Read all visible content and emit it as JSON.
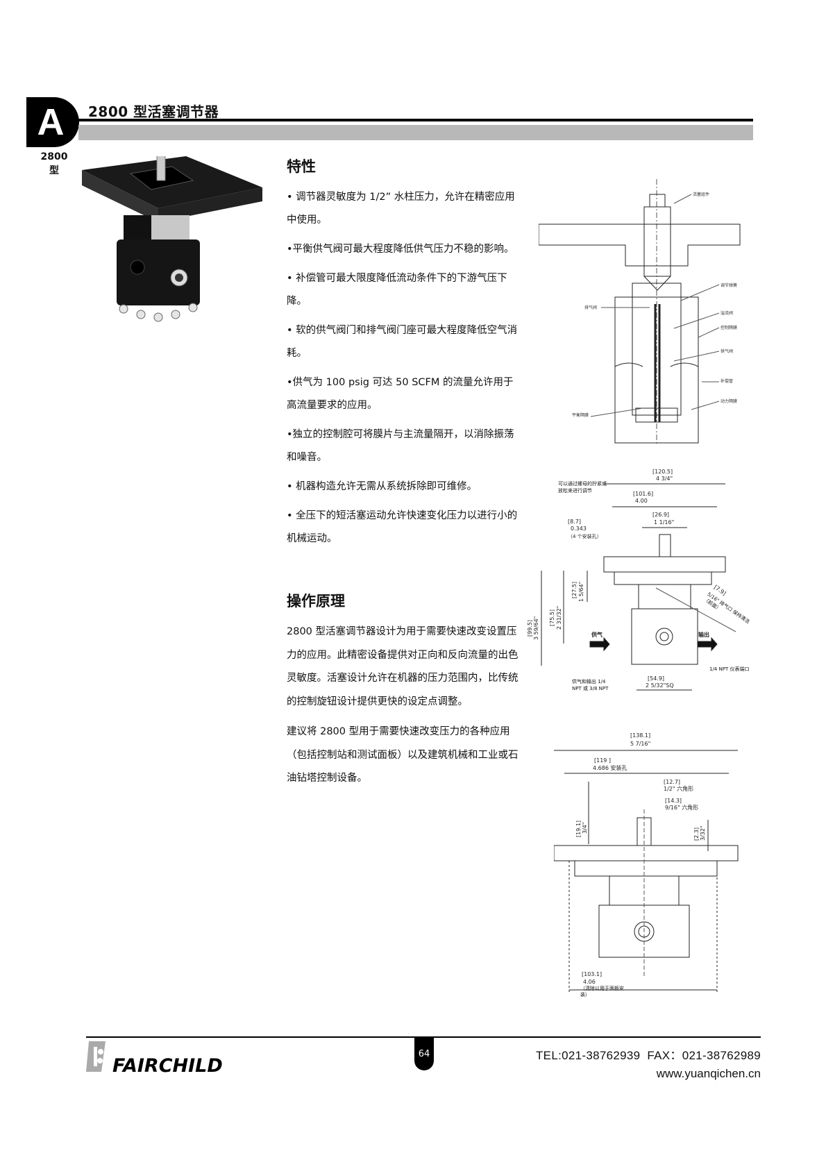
{
  "header": {
    "section_letter": "A",
    "title": "2800 型活塞调节器",
    "side_label_line1": "2800",
    "side_label_line2": "型"
  },
  "features": {
    "heading": "特性",
    "items": [
      "• 调节器灵敏度为 1/2” 水柱压力，允许在精密应用中使用。",
      "•平衡供气阀可最大程度降低供气压力不稳的影响。",
      "• 补偿管可最大限度降低流动条件下的下游气压下降。",
      "• 软的供气阀门和排气阀门座可最大程度降低空气消耗。",
      "•供气为 100 psig 可达 50 SCFM 的流量允许用于高流量要求的应用。",
      "•独立的控制腔可将膜片与主流量隔开，以消除振荡和噪音。",
      "• 机器构造允许无需从系统拆除即可维修。",
      "• 全压下的短活塞运动允许快速变化压力以进行小的机械运动。"
    ]
  },
  "operation": {
    "heading": "操作原理",
    "paragraphs": [
      "2800 型活塞调节器设计为用于需要快速改变设置压力的应用。此精密设备提供对正向和反向流量的出色灵敏度。活塞设计允许在机器的压力范围内，比传统的控制旋钮设计提供更快的设定点调整。",
      "建议将 2800 型用于需要快速改变压力的各种应用（包括控制站和测试面板）以及建筑机械和工业或石油钻塔控制设备。"
    ]
  },
  "cross_section": {
    "labels": [
      "活塞组件",
      "调节弹簧",
      "排气阀",
      "溢流阀",
      "控制隔膜",
      "供气阀",
      "补偿管",
      "动力隔膜",
      "平衡隔膜"
    ]
  },
  "front_view": {
    "dim_width": "[120.5]",
    "dim_width_in": "4 3/4\"",
    "dim_holes": "[101.6]",
    "dim_holes_in": "4.00",
    "dim_nut": "[26.9]",
    "dim_nut_in": "1 1/16\"",
    "dim_hole_dia": "[8.7]",
    "dim_hole_dia_in": "0.343",
    "dim_hole_note": "（4 个安装孔）",
    "adjust_note": "可以通过螺母的拧紧或放松来进行调节",
    "dim_a": "[27.5]",
    "dim_a_in": "1 5/64\"",
    "dim_b": "[75.5]",
    "dim_b_in": "2 31/32\"",
    "dim_c": "[99.5]",
    "dim_c_in": "3 59/64\"",
    "dim_exhaust": "[7.9]",
    "exhaust_note": "5/16\" 排气口 保持清洁（前面）",
    "supply": "供气",
    "output": "输出",
    "gauge_port": "1/4 NPT 仪表端口",
    "dim_body": "[54.9]",
    "dim_body_in": "2 5/32\"SQ",
    "ports_note": "供气和输出 1/4 NPT 或 3/8 NPT"
  },
  "side_view": {
    "dim_width": "[138.1]",
    "dim_width_in": "5 7/16\"",
    "dim_mount": "[119 ]",
    "dim_mount_in": "4.686 安装孔",
    "dim_hex1": "[12.7]",
    "dim_hex1_in": "1/2\" 六角形",
    "dim_hex2": "[14.3]",
    "dim_hex2_in": "9/16\" 六角形",
    "dim_h1": "[19.1]",
    "dim_h1_in": "3/4\"",
    "dim_h2": "[2.3]",
    "dim_h2_in": "3/32\"",
    "dim_clear": "[103.1]",
    "dim_clear_in": "4.06",
    "clear_note": "（清除以用于面板安装）"
  },
  "footer": {
    "brand": "FAIRCHILD",
    "page": "64",
    "contact": "TEL:021-38762939  FAX：021-38762989",
    "website": "www.yuanqichen.cn"
  }
}
